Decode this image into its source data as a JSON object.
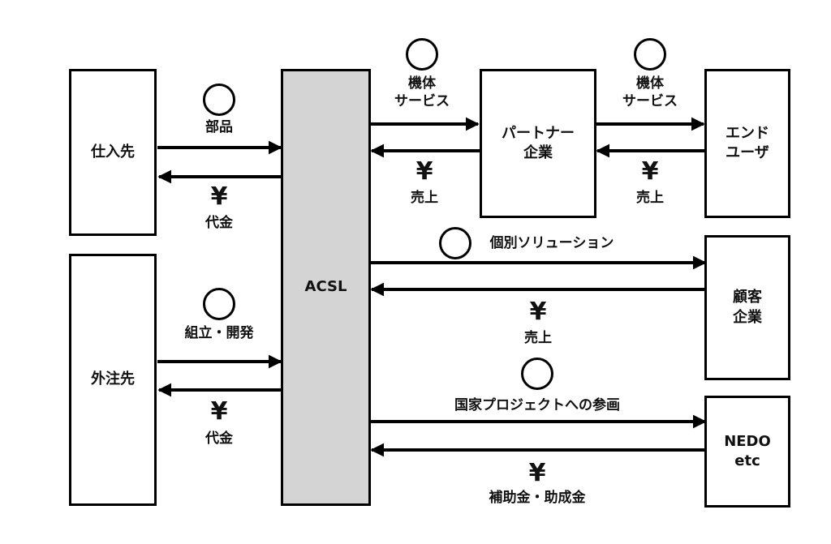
{
  "nodes": {
    "supplier": "仕入先",
    "outsource": "外注先",
    "acsl": "ACSL",
    "partner_line1": "パートナー",
    "partner_line2": "企業",
    "enduser_line1": "エンド",
    "enduser_line2": "ユーザ",
    "client_line1": "顧客",
    "client_line2": "企業",
    "nedo_line1": "NEDO",
    "nedo_line2": "etc"
  },
  "flows": {
    "parts": "部品",
    "payment": "代金",
    "assembly_dev": "組立・開発",
    "airframe_line1": "機体",
    "airframe_line2": "サービス",
    "sales": "売上",
    "individual_solution": "個別ソリューション",
    "national_project": "国家プロジェクトへの参画",
    "subsidy": "補助金・助成金"
  },
  "symbols": {
    "yen": "¥"
  }
}
